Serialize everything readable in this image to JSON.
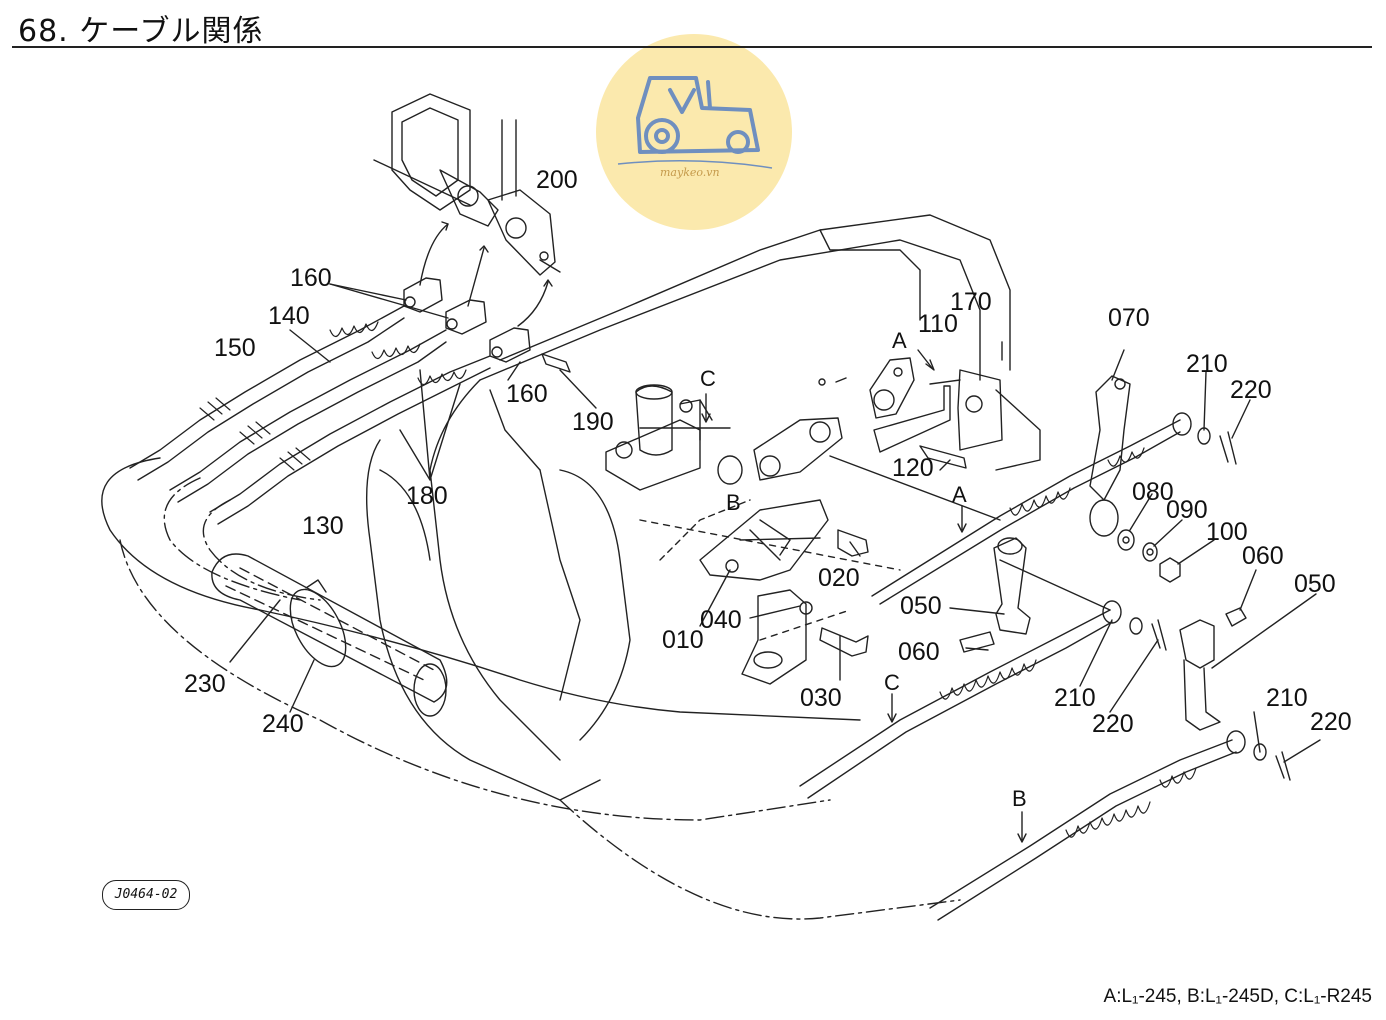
{
  "title": "68. ケーブル関係",
  "figure_code": "J0464-02",
  "model_note": "A:L₁-245,  B:L₁-245D,  C:L₁-R245",
  "watermark_text": "maykeo.vn",
  "colors": {
    "line": "#222222",
    "watermark_fill": "#fbe7a4",
    "watermark_icon": "#6f8fbf"
  },
  "icons": [
    "tractor-logo-icon"
  ],
  "part_labels": {
    "p200": "200",
    "p160a": "160",
    "p160b": "160",
    "p140": "140",
    "p150": "150",
    "p190": "190",
    "p180": "180",
    "p130": "130",
    "p110": "110",
    "p170": "170",
    "p070": "070",
    "p210a": "210",
    "p220a": "220",
    "p120": "120",
    "p080": "080",
    "p090": "090",
    "p100": "100",
    "p060a": "060",
    "p050a": "050",
    "p020": "020",
    "p050b": "050",
    "p010": "010",
    "p040": "040",
    "p060b": "060",
    "p030": "030",
    "p210b": "210",
    "p220b": "220",
    "p210c": "210",
    "p220c": "220",
    "p230": "230",
    "p240": "240"
  },
  "ref_labels": {
    "c1": "C",
    "a1": "A",
    "a2": "A",
    "b1": "B",
    "c2": "C",
    "b2": "B"
  }
}
